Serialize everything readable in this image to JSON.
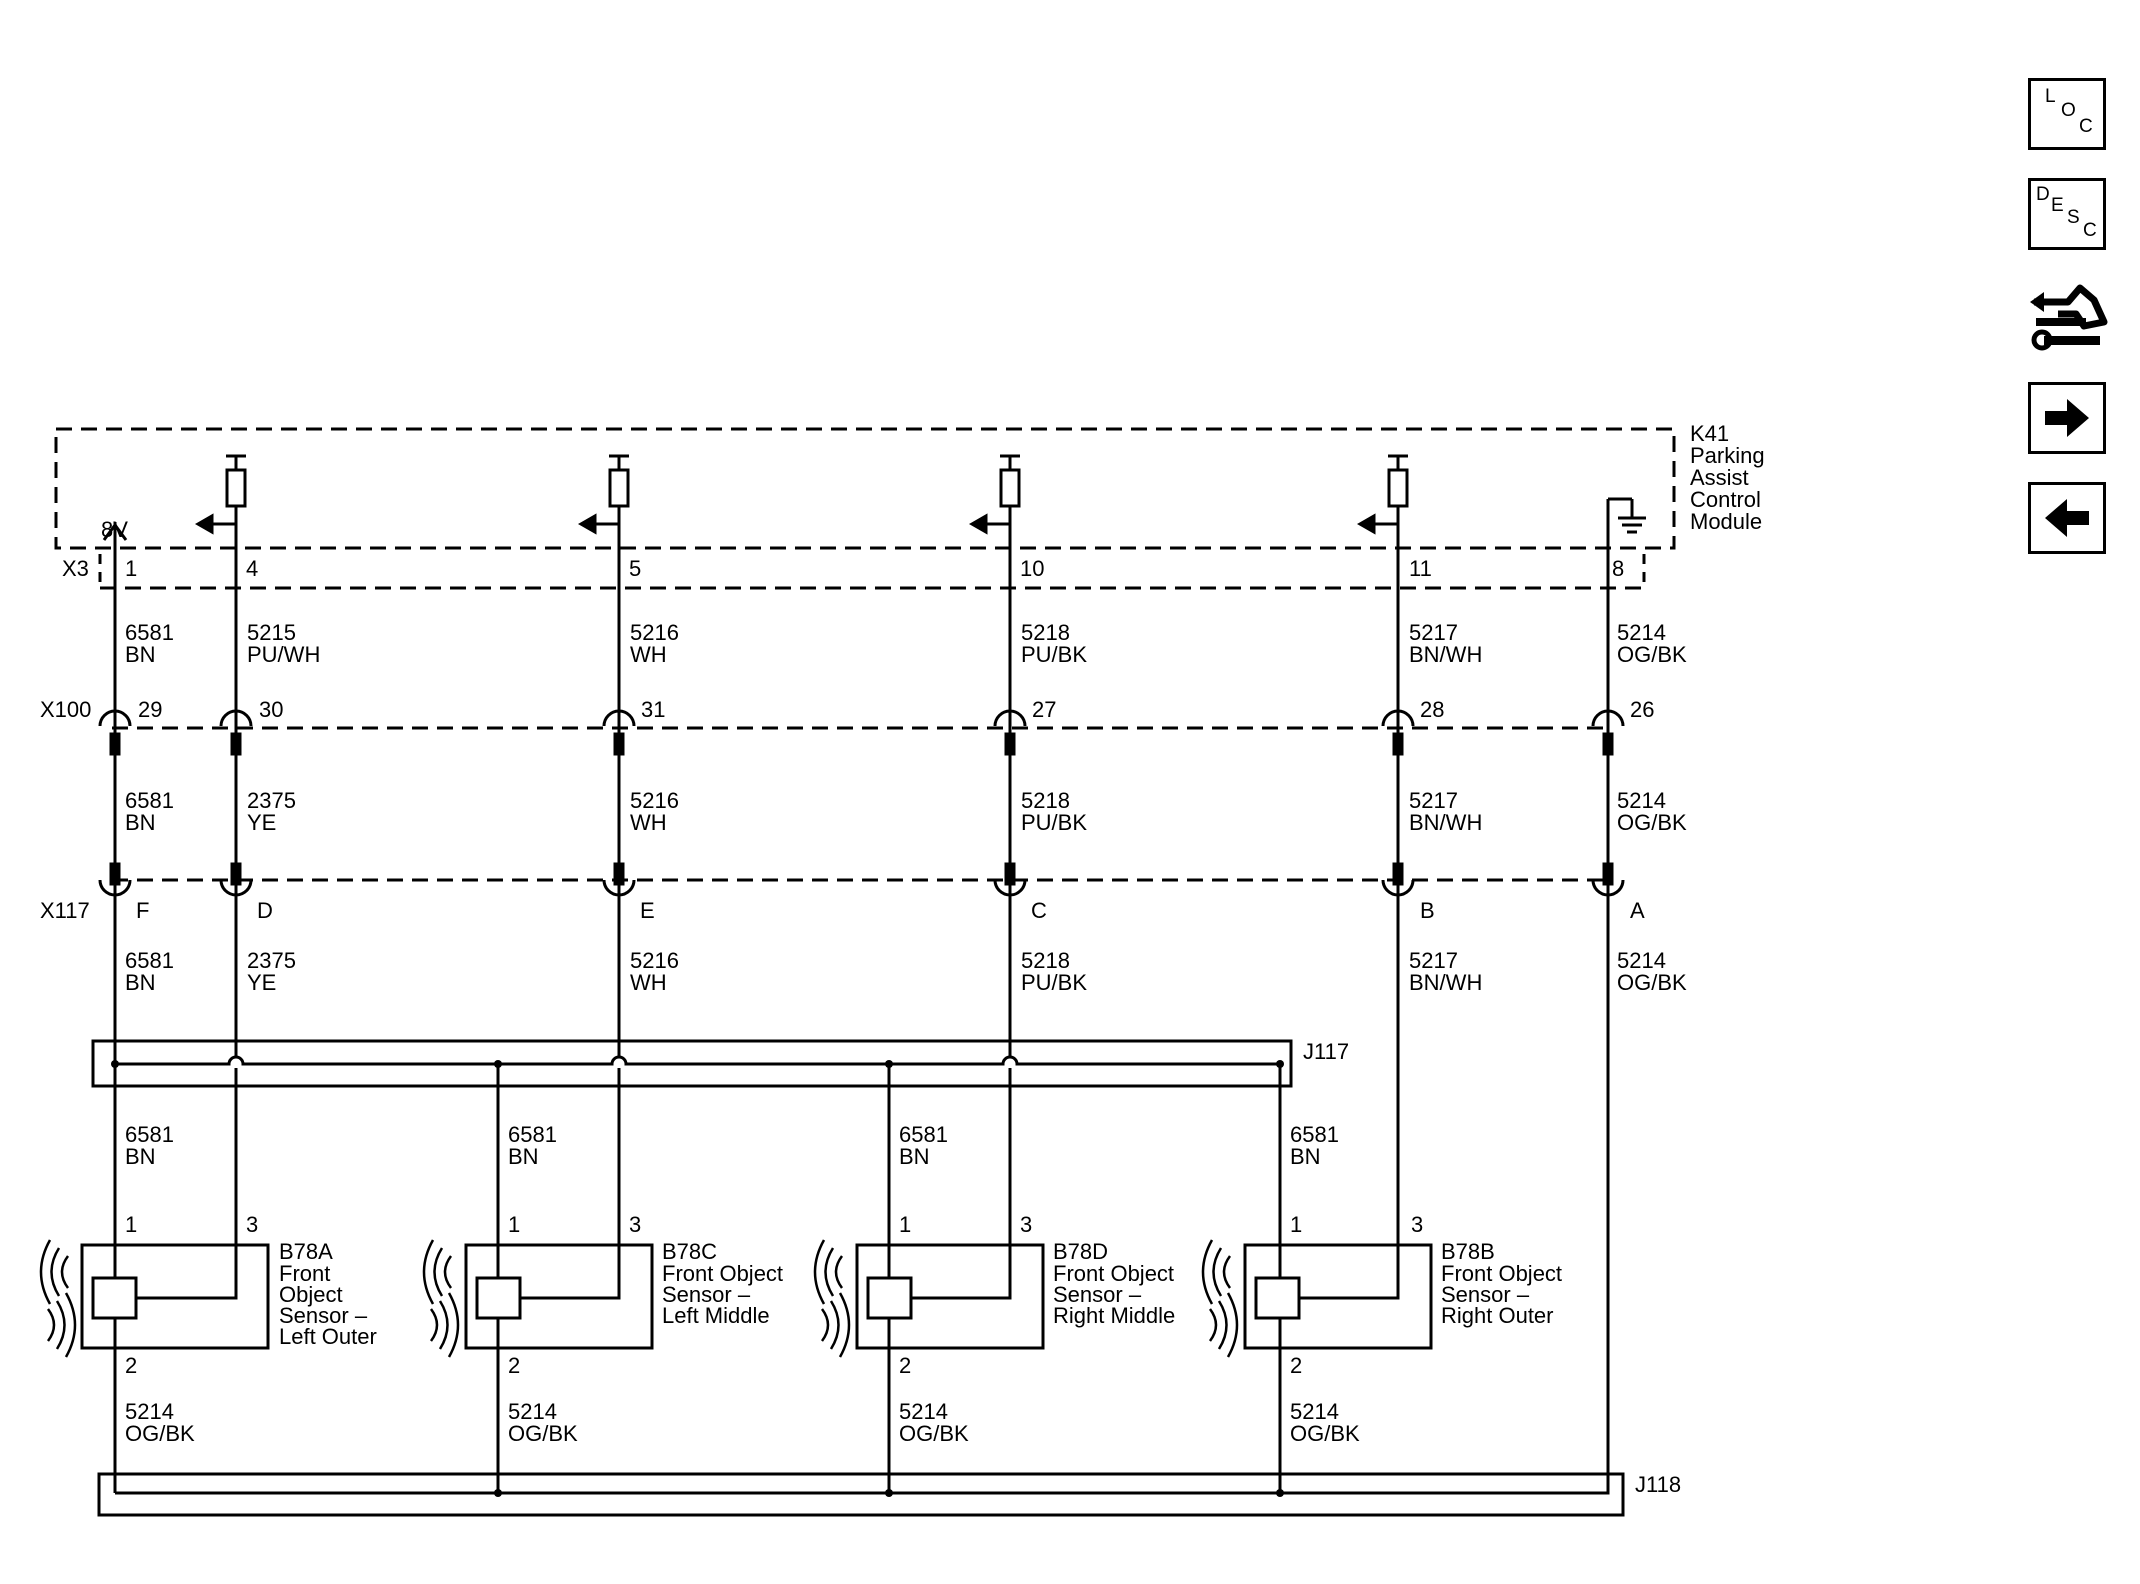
{
  "module": {
    "ref": "K41",
    "name_lines": [
      "Parking",
      "Assist",
      "Control",
      "Module"
    ],
    "supply_label": "8V"
  },
  "connectors": {
    "x3": "X3",
    "x100": "X100",
    "x117": "X117",
    "j117": "J117",
    "j118": "J118"
  },
  "columns": [
    {
      "x3_pin": "1",
      "x100_pin": "29",
      "x117_pin": "F",
      "w1": [
        "6581",
        "BN"
      ],
      "w2": [
        "6581",
        "BN"
      ],
      "w3": [
        "6581",
        "BN"
      ]
    },
    {
      "x3_pin": "4",
      "x100_pin": "30",
      "x117_pin": "D",
      "w1": [
        "5215",
        "PU/WH"
      ],
      "w2": [
        "2375",
        "YE"
      ],
      "w3": [
        "2375",
        "YE"
      ]
    },
    {
      "x3_pin": "5",
      "x100_pin": "31",
      "x117_pin": "E",
      "w1": [
        "5216",
        "WH"
      ],
      "w2": [
        "5216",
        "WH"
      ],
      "w3": [
        "5216",
        "WH"
      ]
    },
    {
      "x3_pin": "10",
      "x100_pin": "27",
      "x117_pin": "C",
      "w1": [
        "5218",
        "PU/BK"
      ],
      "w2": [
        "5218",
        "PU/BK"
      ],
      "w3": [
        "5218",
        "PU/BK"
      ]
    },
    {
      "x3_pin": "11",
      "x100_pin": "28",
      "x117_pin": "B",
      "w1": [
        "5217",
        "BN/WH"
      ],
      "w2": [
        "5217",
        "BN/WH"
      ],
      "w3": [
        "5217",
        "BN/WH"
      ]
    },
    {
      "x3_pin": "8",
      "x100_pin": "26",
      "x117_pin": "A",
      "w1": [
        "5214",
        "OG/BK"
      ],
      "w2": [
        "5214",
        "OG/BK"
      ],
      "w3": [
        "5214",
        "OG/BK"
      ]
    }
  ],
  "sensors": [
    {
      "pin1": "1",
      "pin3": "3",
      "pin2": "2",
      "supply_wire": [
        "6581",
        "BN"
      ],
      "ground_wire": [
        "5214",
        "OG/BK"
      ],
      "label_lines": [
        "B78A",
        "Front",
        "Object",
        "Sensor –",
        "Left Outer"
      ]
    },
    {
      "pin1": "1",
      "pin3": "3",
      "pin2": "2",
      "supply_wire": [
        "6581",
        "BN"
      ],
      "ground_wire": [
        "5214",
        "OG/BK"
      ],
      "label_lines": [
        "B78C",
        "Front Object",
        "Sensor –",
        "Left Middle"
      ]
    },
    {
      "pin1": "1",
      "pin3": "3",
      "pin2": "2",
      "supply_wire": [
        "6581",
        "BN"
      ],
      "ground_wire": [
        "5214",
        "OG/BK"
      ],
      "label_lines": [
        "B78D",
        "Front Object",
        "Sensor –",
        "Right Middle"
      ]
    },
    {
      "pin1": "1",
      "pin3": "3",
      "pin2": "2",
      "supply_wire": [
        "6581",
        "BN"
      ],
      "ground_wire": [
        "5214",
        "OG/BK"
      ],
      "label_lines": [
        "B78B",
        "Front Object",
        "Sensor –",
        "Right Outer"
      ]
    }
  ],
  "nav": {
    "loc": [
      "L",
      "O",
      "C"
    ],
    "desc": [
      "D",
      "E",
      "S",
      "C"
    ],
    "connector_icon": "connector-end-view-icon",
    "next_icon": "arrow-right-icon",
    "prev_icon": "arrow-left-icon"
  }
}
